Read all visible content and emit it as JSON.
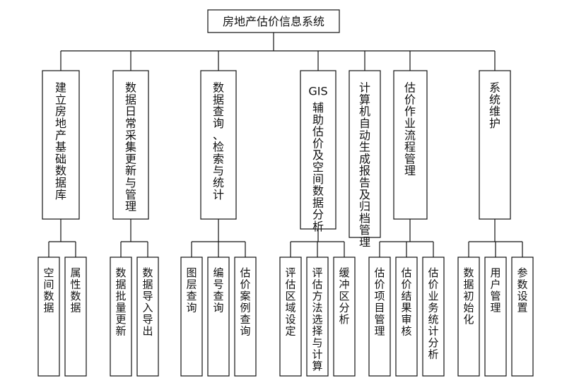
{
  "diagram": {
    "title": "房地产估价信息系统",
    "modules": [
      {
        "label": "建立房地产基础数据库",
        "children": [
          "空间数据",
          "属性数据"
        ]
      },
      {
        "label": "数据日常采集更新与管理",
        "children": [
          "数据批量更新",
          "数据导入导出"
        ]
      },
      {
        "label": "数据查询、检索与统计",
        "children": [
          "图层查询",
          "编号查询",
          "估价案例查询"
        ]
      },
      {
        "label": "GIS辅助估价及空间数据分析",
        "children": [
          "评估区域设定",
          "评估方法选择与计算",
          "缓冲区分析"
        ]
      },
      {
        "label": "计算机自动生成报告及归档管理",
        "children": []
      },
      {
        "label": "估价作业流程管理",
        "children": [
          "估价项目管理",
          "估价结果审核",
          "估价业务统计分析"
        ]
      },
      {
        "label": "系统维护",
        "children": [
          "数据初始化",
          "用户管理",
          "参数设置"
        ]
      }
    ]
  }
}
